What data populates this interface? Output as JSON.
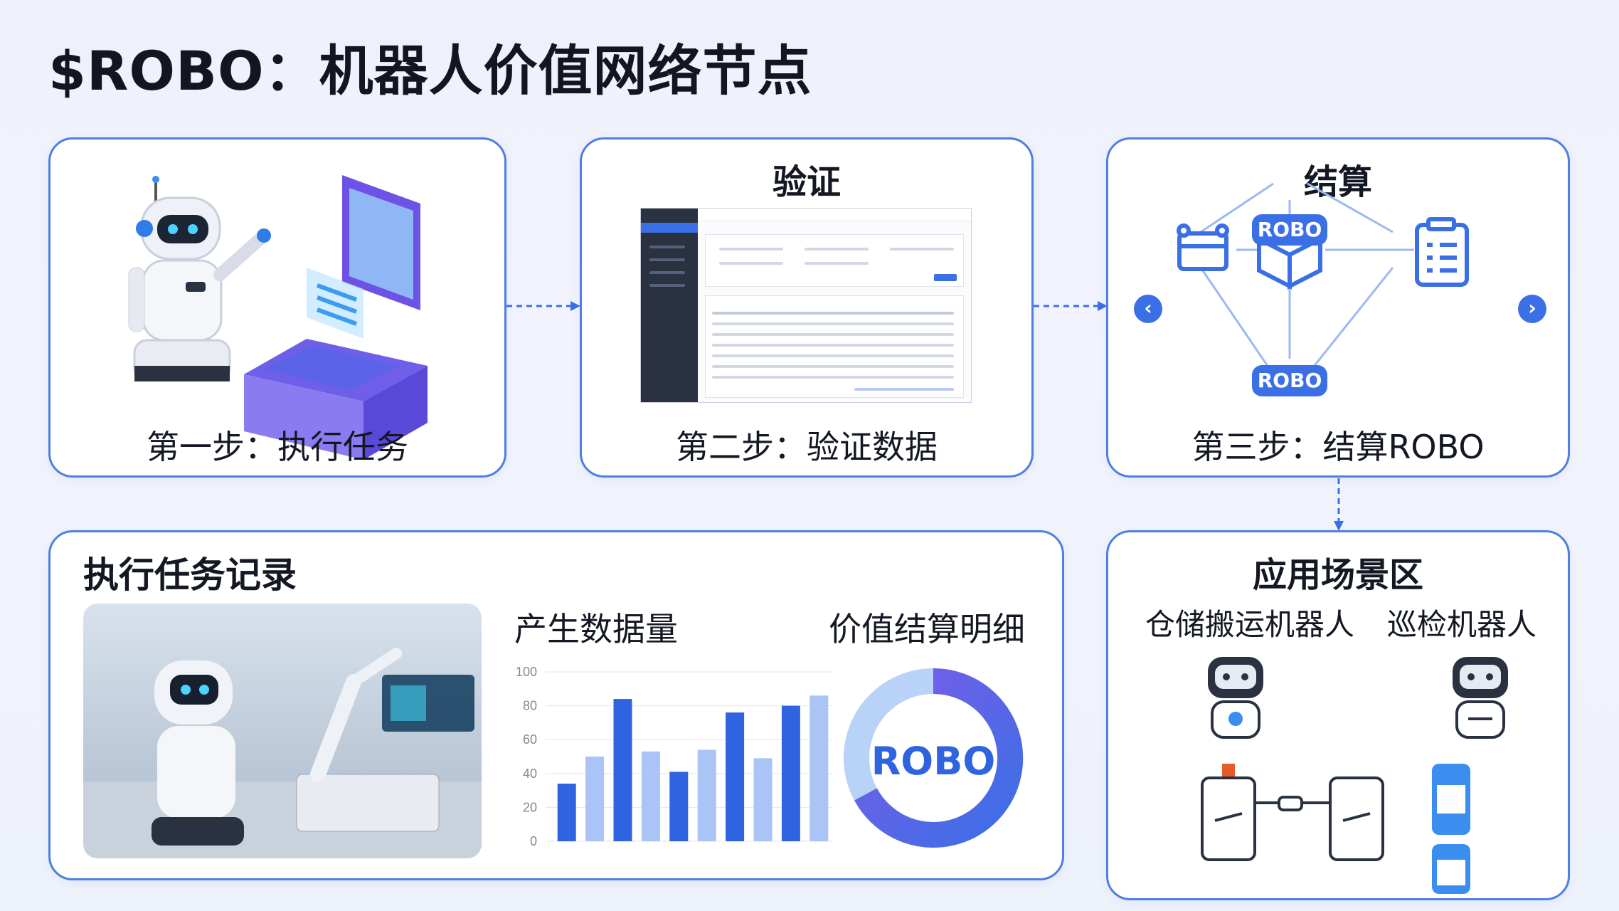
{
  "title": "$ROBO：机器人价值网络节点",
  "steps": {
    "step1": {
      "caption": "第一步：执行任务"
    },
    "step2": {
      "title": "验证",
      "caption": "第二步：验证数据"
    },
    "step3": {
      "title": "结算",
      "caption": "第三步：结算ROBO",
      "badge_top": "ROBO",
      "badge_bottom": "ROBO"
    }
  },
  "record": {
    "title": "执行任务记录",
    "data_title": "产生数据量",
    "value_title": "价值结算明细",
    "donut_label": "ROBO"
  },
  "chart_data": {
    "type": "bar",
    "title": "产生数据量",
    "xlabel": "",
    "ylabel": "",
    "ylim": [
      0,
      100
    ],
    "yticks": [
      0,
      20,
      40,
      60,
      80,
      100
    ],
    "values": [
      34,
      50,
      84,
      53,
      41,
      54,
      76,
      49,
      80,
      86
    ],
    "colors": [
      "#2f63e0",
      "#a9c4f5",
      "#2f63e0",
      "#a9c4f5",
      "#2f63e0",
      "#a9c4f5",
      "#2f63e0",
      "#a9c4f5",
      "#2f63e0",
      "#a9c4f5"
    ]
  },
  "scenes": {
    "title": "应用场景区",
    "warehouse": "仓储搬运机器人",
    "patrol": "巡检机器人"
  },
  "colors": {
    "accent": "#3b6fe6",
    "border": "#4f7fe0",
    "light_blue": "#a9c4f5",
    "purple": "#7b5ce8"
  }
}
